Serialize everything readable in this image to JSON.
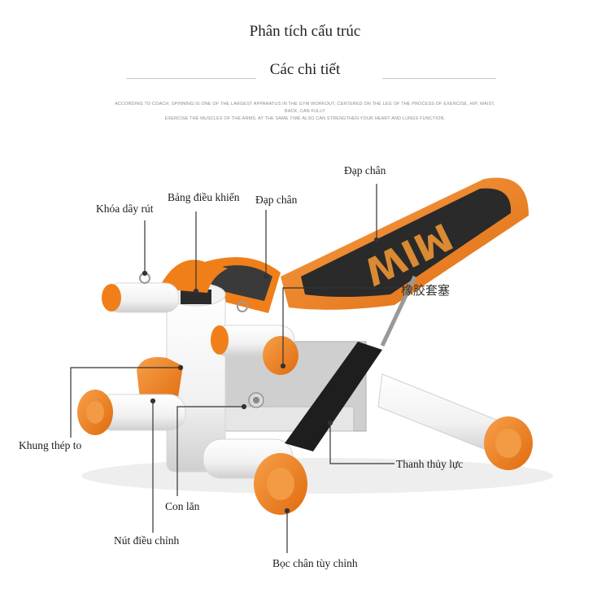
{
  "header": {
    "title": "Phân tích cấu trúc",
    "subtitle": "Các chi tiết",
    "description_line1": "ACCORDING TO COACH, SPINNING IS ONE OF THE LARGEST APPARATUS IN THE GYM WORKOUT, CENTERED ON THE LEG OF THE PROCESS OF EXERCISE, HIP, WAIST, BACK, CAN FULLY",
    "description_line2": "EXERCISE THE MUSCLES OF THE ARMS, AT THE SAME TIME ALSO CAN STRENGTHEN YOUR HEART AND LUNGS FUNCTION."
  },
  "callouts": {
    "pedal_top": "Đạp chân",
    "pedal_left": "Đạp chân",
    "control_panel": "Bảng điều khiển",
    "rope_lock": "Khóa dây rút",
    "rubber_plug": "橡胶套塞",
    "steel_frame": "Khung thép to",
    "hydraulic_bar": "Thanh thủy lực",
    "roller": "Con lăn",
    "adjust_knob": "Nút điều chỉnh",
    "foot_cover": "Bọc chân tùy chỉnh"
  },
  "product": {
    "pedal_logo": "MIW",
    "colors": {
      "orange": "#f07f1a",
      "dark_orange": "#d9650b",
      "white": "#f7f7f7",
      "black": "#1e1e1e",
      "grey": "#b9b9b9"
    }
  }
}
